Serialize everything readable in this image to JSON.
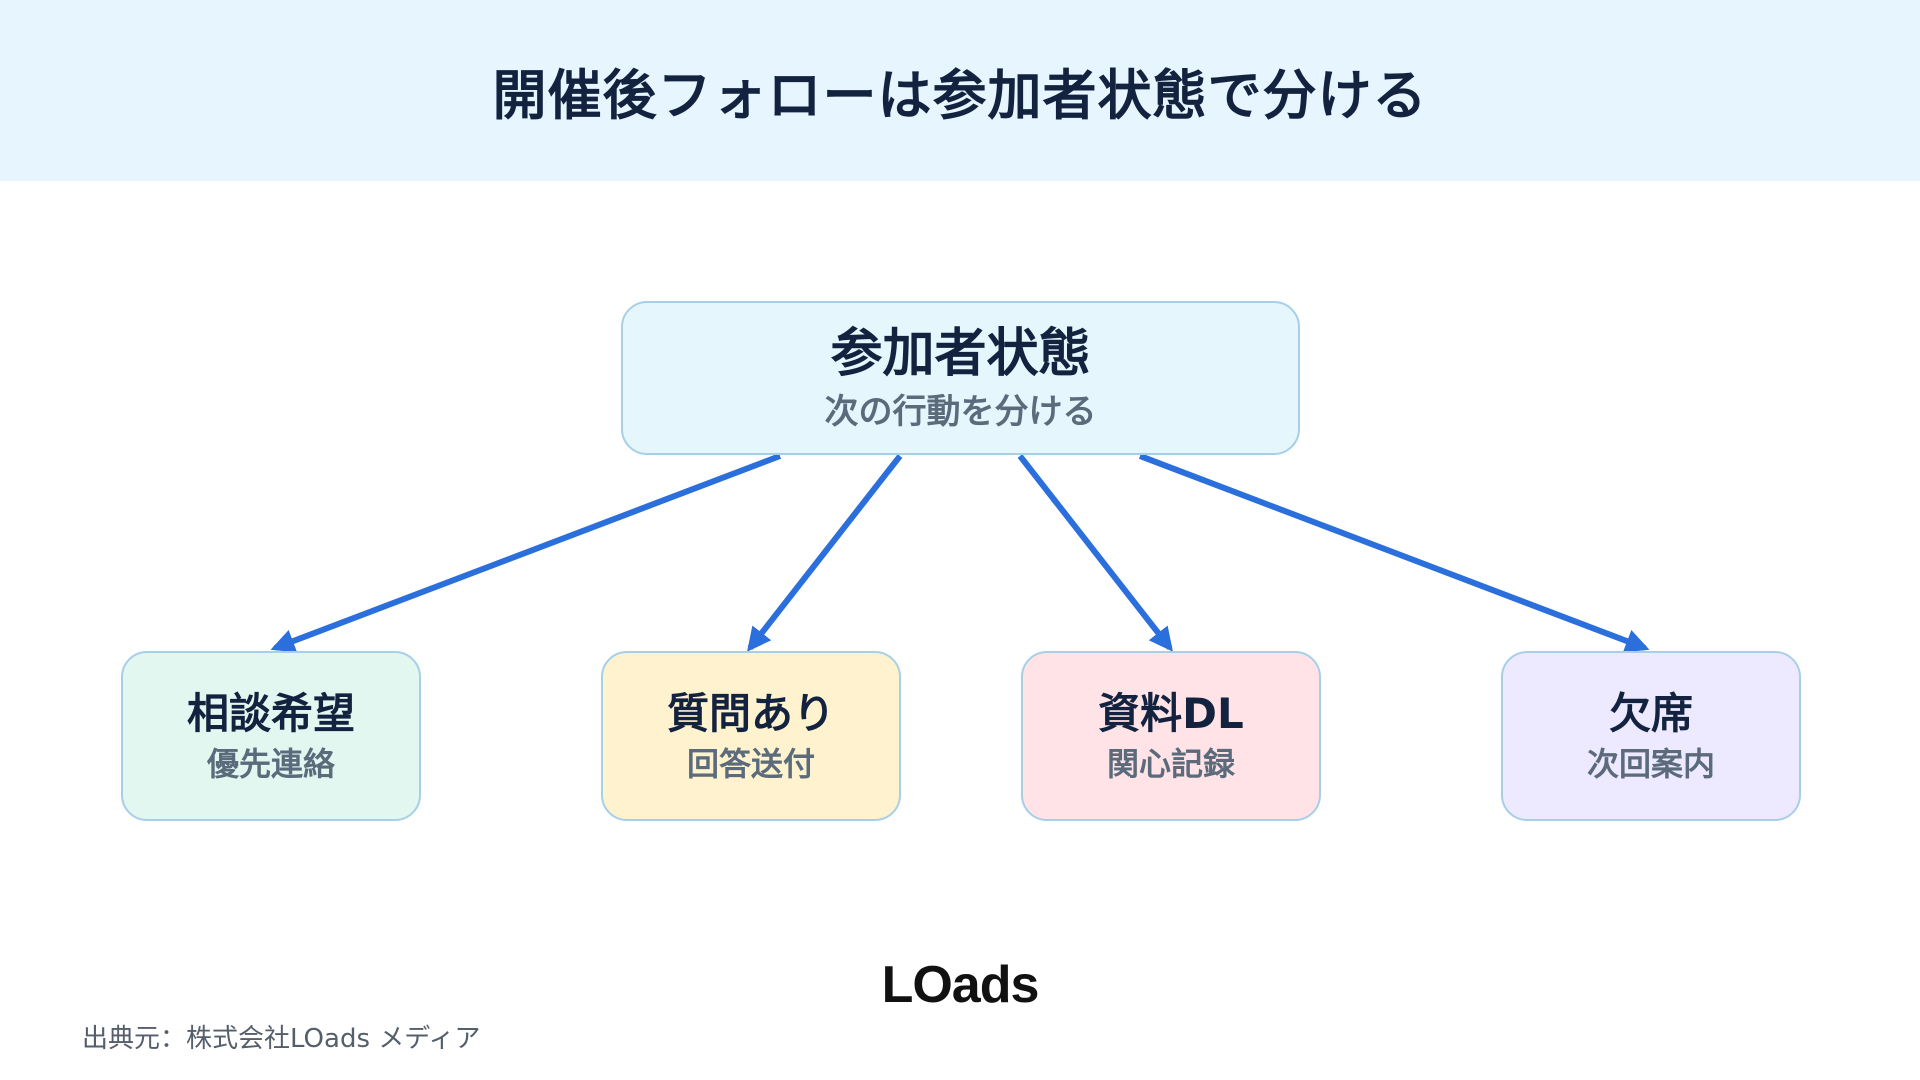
{
  "title": "開催後フォローは参加者状態で分ける",
  "root": {
    "title": "参加者状態",
    "subtitle": "次の行動を分ける"
  },
  "branches": [
    {
      "title": "相談希望",
      "subtitle": "優先連絡",
      "fill": "#e3f7f1"
    },
    {
      "title": "質問あり",
      "subtitle": "回答送付",
      "fill": "#fff3cf"
    },
    {
      "title": "資料DL",
      "subtitle": "関心記録",
      "fill": "#ffe3e7"
    },
    {
      "title": "欠席",
      "subtitle": "次回案内",
      "fill": "#ede9fe"
    }
  ],
  "colors": {
    "header_bg": "#e6f5fe",
    "arrow": "#2a6fdb",
    "node_border": "#a7cfe8",
    "root_fill": "#e6f6fd"
  },
  "logo": "LOads",
  "source": "出典元：株式会社LOads メディア"
}
